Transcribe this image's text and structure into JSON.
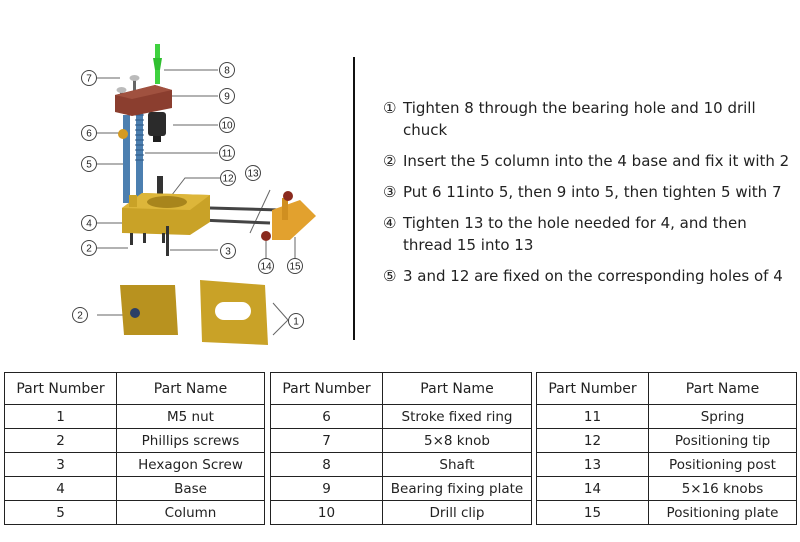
{
  "diagram": {
    "callouts": [
      "1",
      "2",
      "3",
      "4",
      "5",
      "6",
      "7",
      "8",
      "9",
      "10",
      "11",
      "12",
      "13",
      "14",
      "15"
    ],
    "colors": {
      "brass": "#C9A227",
      "brass_dark": "#8F6D12",
      "column_blue": "#4C7FB0",
      "plate_brown": "#8B3E2F",
      "shaft_green": "#3FD23F",
      "chuck_black": "#2B2B2B",
      "steel": "#555555",
      "knob_red": "#8A2A1E",
      "plate_orange": "#E2A12E"
    }
  },
  "steps": [
    {
      "num": "①",
      "text": "Tighten 8 through the bearing hole and 10 drill chuck"
    },
    {
      "num": "②",
      "text": "Insert the 5 column into the 4 base and fix it with 2"
    },
    {
      "num": "③",
      "text": "Put 6 11into 5, then 9 into 5, then tighten 5 with 7"
    },
    {
      "num": "④",
      "text": "Tighten 13 to the hole needed for 4, and then thread 15 into 13"
    },
    {
      "num": "⑤",
      "text": "3 and 12 are fixed on the corresponding holes of 4"
    }
  ],
  "tables": [
    {
      "headers": [
        "Part Number",
        "Part Name"
      ],
      "rows": [
        [
          "1",
          "M5 nut"
        ],
        [
          "2",
          "Phillips screws"
        ],
        [
          "3",
          "Hexagon Screw"
        ],
        [
          "4",
          "Base"
        ],
        [
          "5",
          "Column"
        ]
      ]
    },
    {
      "headers": [
        "Part Number",
        "Part Name"
      ],
      "rows": [
        [
          "6",
          "Stroke fixed ring"
        ],
        [
          "7",
          "5×8 knob"
        ],
        [
          "8",
          "Shaft"
        ],
        [
          "9",
          "Bearing fixing plate"
        ],
        [
          "10",
          "Drill clip"
        ]
      ]
    },
    {
      "headers": [
        "Part Number",
        "Part Name"
      ],
      "rows": [
        [
          "11",
          "Spring"
        ],
        [
          "12",
          "Positioning tip"
        ],
        [
          "13",
          "Positioning post"
        ],
        [
          "14",
          "5×16 knobs"
        ],
        [
          "15",
          "Positioning plate"
        ]
      ]
    }
  ]
}
